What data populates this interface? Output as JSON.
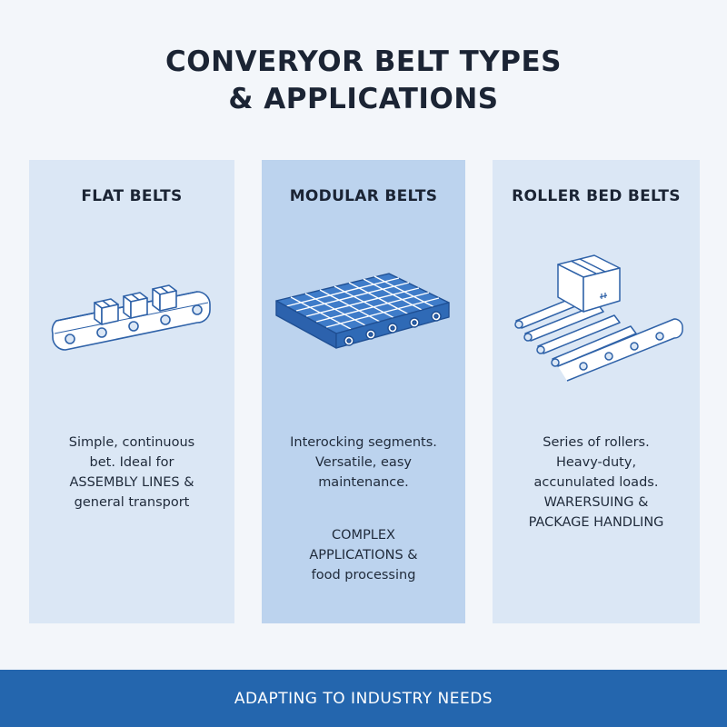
{
  "title": {
    "line1": "CONVERYOR BELT TYPES",
    "line2": "& APPLICATIONS"
  },
  "panels": [
    {
      "title": "FLAT BELTS",
      "illustration": "flat-belt-conveyor-icon",
      "desc": [
        "Simple, continuous",
        "bet. Ideal for",
        "ASSEMBLY LINES &",
        "general transport"
      ],
      "extra": []
    },
    {
      "title": "MODULAR BELTS",
      "illustration": "modular-belt-conveyor-icon",
      "desc": [
        "Interocking segments.",
        "Versatile, easy",
        "maintenance."
      ],
      "extra": [
        "COMPLEX",
        "APPLICATIONS &",
        "food processing"
      ]
    },
    {
      "title": "ROLLER BED BELTS",
      "illustration": "roller-bed-conveyor-icon",
      "desc": [
        "Series of rollers.",
        "Heavy-duty,",
        "accunulated loads.",
        "WARERSUING &",
        "PACKAGE HANDLING"
      ],
      "extra": []
    }
  ],
  "footer": {
    "text": "ADAPTING TO INDUSTRY NEEDS"
  },
  "colors": {
    "accent": "#2466ae",
    "panel": "#dbe7f5",
    "panel_highlight": "#bcd3ee",
    "line": "#2f62a8"
  }
}
